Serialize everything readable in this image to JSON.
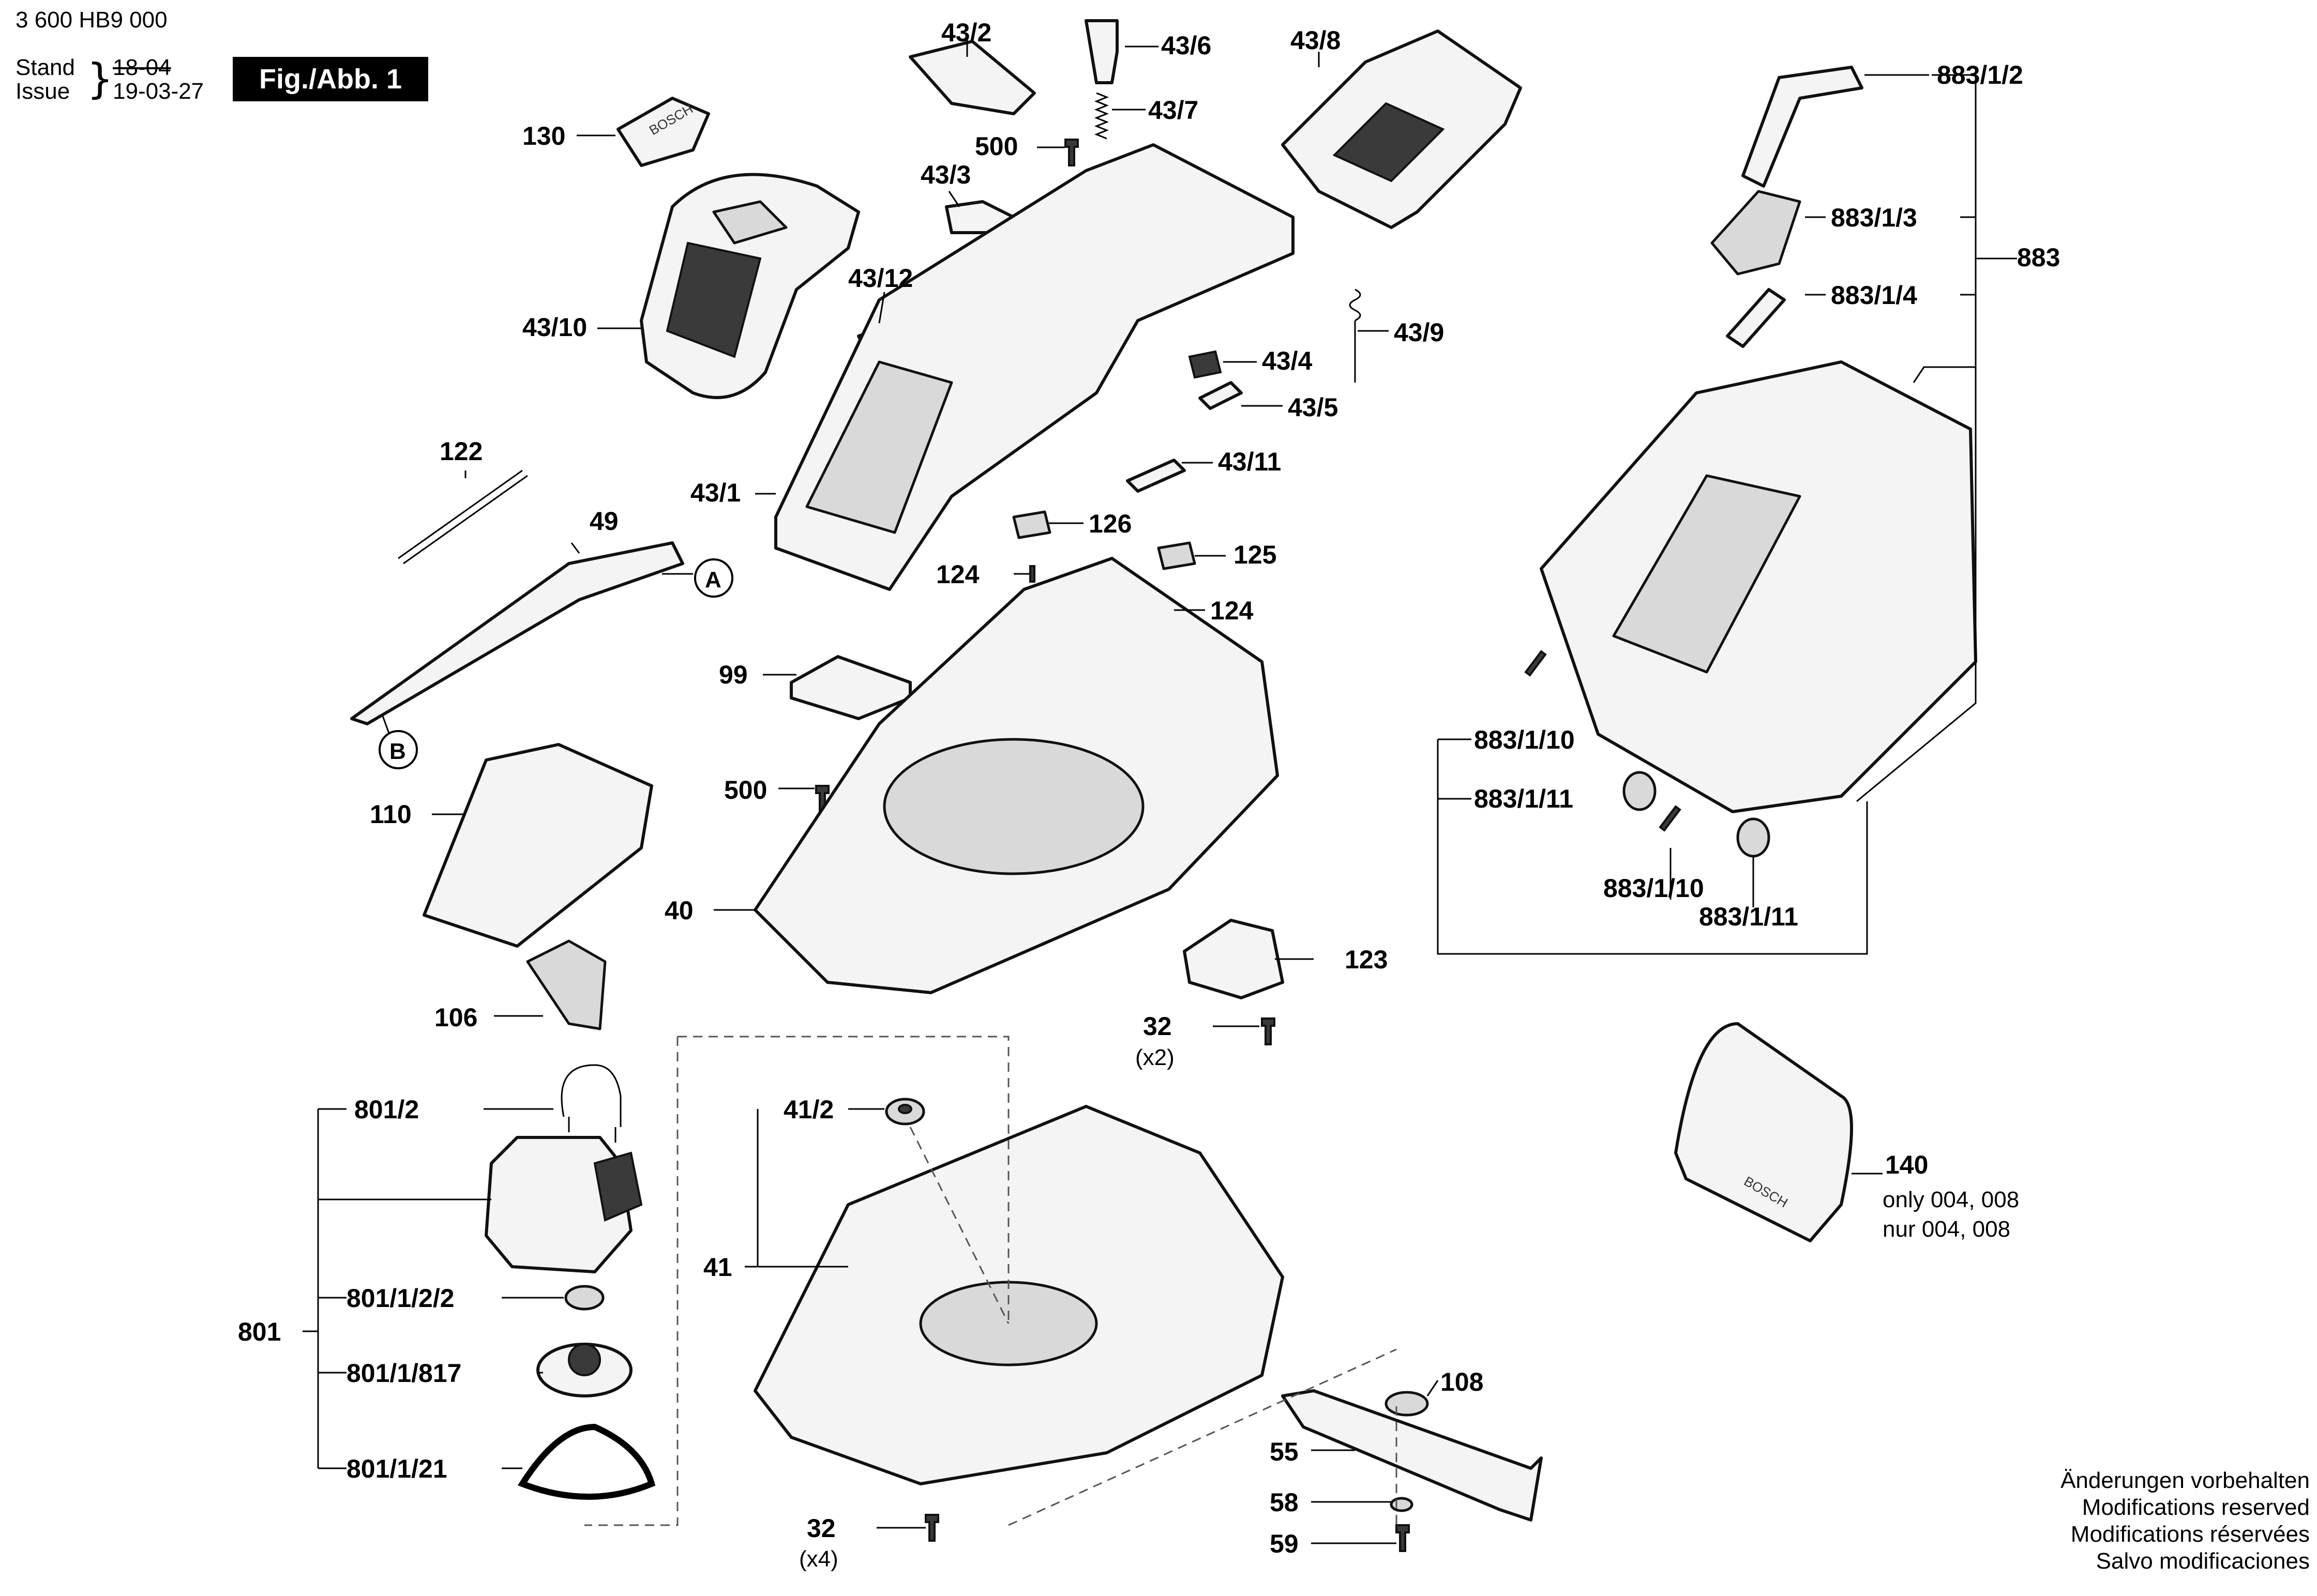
{
  "header": {
    "doc_number": "3 600 HB9 000",
    "stand_label": "Stand",
    "issue_label": "Issue",
    "old_date": "18-04",
    "issue_date": "19-03-27",
    "figure_label": "Fig./Abb. 1"
  },
  "labels": {
    "p130": "130",
    "p43_10": "43/10",
    "p43_2": "43/2",
    "p43_6": "43/6",
    "p43_7": "43/7",
    "p500a": "500",
    "p43_3": "43/3",
    "p43_8": "43/8",
    "p43_12": "43/12",
    "p43_9": "43/9",
    "p43_4": "43/4",
    "p43_5": "43/5",
    "p43_11": "43/11",
    "p43_1": "43/1",
    "p122": "122",
    "p49": "49",
    "pA": "A",
    "pB": "B",
    "p126": "126",
    "p125": "125",
    "p124a": "124",
    "p124b": "124",
    "p99": "99",
    "p500b": "500",
    "p110": "110",
    "p40": "40",
    "p883_1_2": "883/1/2",
    "p883_1_3": "883/1/3",
    "p883": "883",
    "p883_1_4": "883/1/4",
    "p883_1_10a": "883/1/10",
    "p883_1_11a": "883/1/11",
    "p883_1_10b": "883/1/10",
    "p883_1_11b": "883/1/11",
    "p123": "123",
    "p32a": "32",
    "p32a_qty": "(x2)",
    "p106": "106",
    "p801_2": "801/2",
    "p41_2": "41/2",
    "p41": "41",
    "p801": "801",
    "p801_1_2_2": "801/1/2/2",
    "p801_1_817": "801/1/817",
    "p801_1_21": "801/1/21",
    "p140": "140",
    "p140_note1": "only 004, 008",
    "p140_note2": "nur 004, 008",
    "p108": "108",
    "p55": "55",
    "p58": "58",
    "p59": "59",
    "p32b": "32",
    "p32b_qty": "(x4)"
  },
  "logos": {
    "bosch_text": "BOSCH"
  },
  "footer_notes": [
    "Änderungen vorbehalten",
    "Modifications reserved",
    "Modifications réservées",
    "Salvo modificaciones"
  ]
}
